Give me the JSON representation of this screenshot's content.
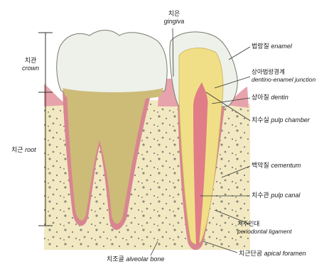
{
  "labels": {
    "gingiva": {
      "ko": "치은",
      "en": "gingiva"
    },
    "crown": {
      "ko": "치관",
      "en": "crown"
    },
    "root": {
      "ko": "치근",
      "en": "root"
    },
    "enamel": {
      "ko": "법랑질",
      "en": "enamel"
    },
    "dej": {
      "ko": "상아법랑경계",
      "en": "dentino-enamel junction"
    },
    "dentin": {
      "ko": "상아질",
      "en": "dentin"
    },
    "pulp_chamber": {
      "ko": "치수실",
      "en": "pulp chamber"
    },
    "cementum": {
      "ko": "백악질",
      "en": "cementum"
    },
    "pulp_canal": {
      "ko": "치수관",
      "en": "pulp canal"
    },
    "pdl": {
      "ko": "치주인대",
      "en": "periodontal ligament"
    },
    "apical": {
      "ko": "치근단공",
      "en": "apical foramen"
    },
    "bone": {
      "ko": "치조골",
      "en": "alveolar bone"
    }
  },
  "colors": {
    "bone": "#f2e9c2",
    "enamel": "#eef1ea",
    "dentin": "#cdbb78",
    "pulp": "#e07d86",
    "gum": "#e7a3ab",
    "cementum": "#d98591",
    "section_dentin": "#f0df86"
  }
}
